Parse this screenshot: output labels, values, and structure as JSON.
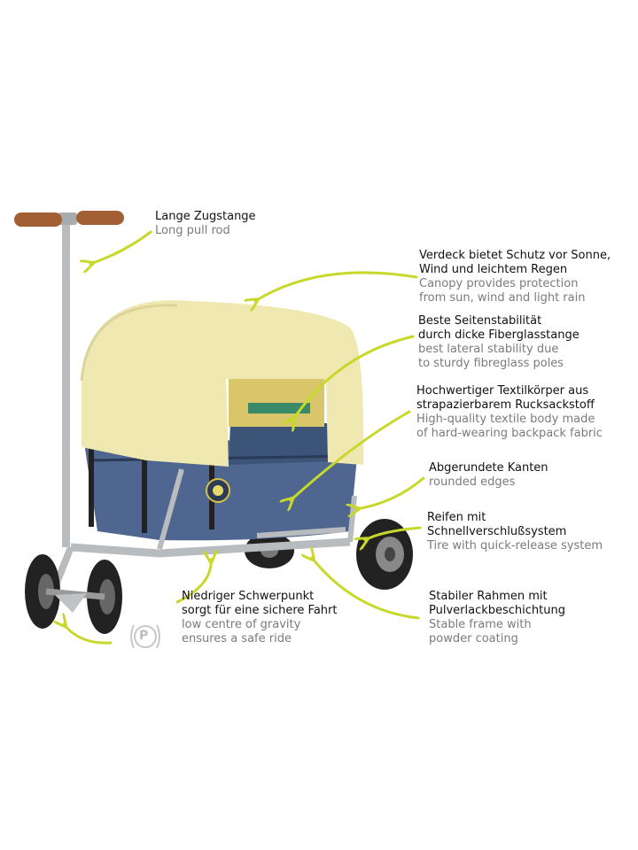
{
  "colors": {
    "accent_arrow": "#c8d82a",
    "label_primary": "#111111",
    "label_secondary": "#7b7b7b",
    "canopy": "#efe8b0",
    "body_fabric": "#4e6690",
    "frame": "#b9bcbe",
    "handle_wood": "#a25f34",
    "tire": "#222222"
  },
  "parking_icon": {
    "letter": "P",
    "icon": "parking-brake-icon"
  },
  "labels": [
    {
      "id": "pull-rod",
      "de": [
        "Lange Zugstange"
      ],
      "en": [
        "Long pull rod"
      ]
    },
    {
      "id": "canopy",
      "de": [
        "Verdeck bietet Schutz vor Sonne,",
        "Wind und leichtem Regen"
      ],
      "en": [
        "Canopy provides protection",
        "from sun, wind and light rain"
      ]
    },
    {
      "id": "stability",
      "de": [
        "Beste Seitenstabilität",
        "durch dicke Fiberglasstange"
      ],
      "en": [
        "best lateral stability due",
        "to sturdy fibreglass poles"
      ]
    },
    {
      "id": "textile",
      "de": [
        "Hochwertiger Textilkörper aus",
        "strapazierbarem Rucksackstoff"
      ],
      "en": [
        "High-quality textile body made",
        "of hard-wearing backpack fabric"
      ]
    },
    {
      "id": "edges",
      "de": [
        "Abgerundete Kanten"
      ],
      "en": [
        "rounded edges"
      ]
    },
    {
      "id": "tires",
      "de": [
        "Reifen mit",
        "Schnellverschlußsystem"
      ],
      "en": [
        "Tire with quick-release system"
      ]
    },
    {
      "id": "gravity",
      "de": [
        "Niedriger Schwerpunkt",
        "sorgt für eine sichere Fahrt"
      ],
      "en": [
        "low centre of gravity",
        "ensures a safe ride"
      ]
    },
    {
      "id": "frame",
      "de": [
        "Stabiler Rahmen mit",
        "Pulverlackbeschichtung"
      ],
      "en": [
        "Stable frame with",
        "powder coating"
      ]
    }
  ]
}
